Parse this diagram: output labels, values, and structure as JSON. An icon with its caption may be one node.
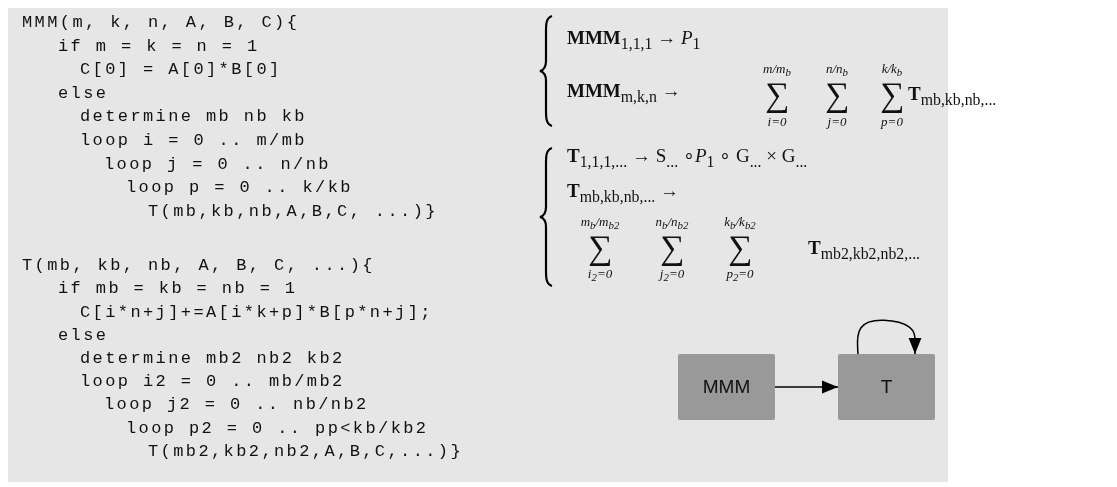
{
  "diagram": {
    "nodes": [
      {
        "text": [
          "MMM"
        ]
      },
      {
        "text": [
          "T"
        ]
      }
    ],
    "edges": [
      {
        "from": 0,
        "to": 1,
        "arrow": "to"
      },
      {
        "from": 1,
        "to": 1,
        "arrow": "to"
      }
    ],
    "labels": [
      "MMM(m, k, n, A, B, C){",
      "if m = k = n = 1",
      "C[0] = A[0]*B[0]",
      "else",
      "determine mb nb kb",
      "loop i = 0 ..  m/mb",
      "loop j = 0 ..  n/nb",
      "loop p = 0 ..  k/kb",
      "T(mb,kb,nb,A,B,C, ...)}",
      "T(mb, kb, nb, A, B, C, ...){",
      "if mb = kb = nb = 1",
      "C[i*n+j]+=A[i*k+p]*B[p*n+j];",
      "else",
      "determine mb2 nb2 kb2",
      "loop i2 = 0 ..  mb/mb2",
      "loop j2 = 0 ..  nb/nb2",
      "loop p2 = 0 ..  pp<kb/kb2",
      "T(mb2,kb2,nb2,A,B,C,...)}",
      "**MMM**$_{1,1,1}$ → *P*$_{1}$",
      "**MMM**$_{m,k,n}$ →",
      "m/m$_{b}$",
      "n/n$_{b}$",
      "k/k$_{b}$",
      "∑",
      "∑",
      "∑",
      "i=0",
      "j=0",
      "p=0",
      "**T**$_{mb,kb,nb,...}$",
      "**T**$_{1,1,1,...}$ → S$_{...}$ ∘*P*$_{1}$ ∘ G$_{...}$ × G$_{...}$",
      "**T**$_{mb,kb,nb,...}$ →",
      "m$_{b}$/m$_{b2}$",
      "n$_{b}$/n$_{b2}$",
      "k$_{b}$/k$_{b2}$",
      "∑",
      "∑",
      "∑",
      "i$_{2}$=0",
      "j$_{2}$=0",
      "p$_{2}$=0",
      "**T**$_{mb2,kb2,nb2,...}$"
    ]
  }
}
